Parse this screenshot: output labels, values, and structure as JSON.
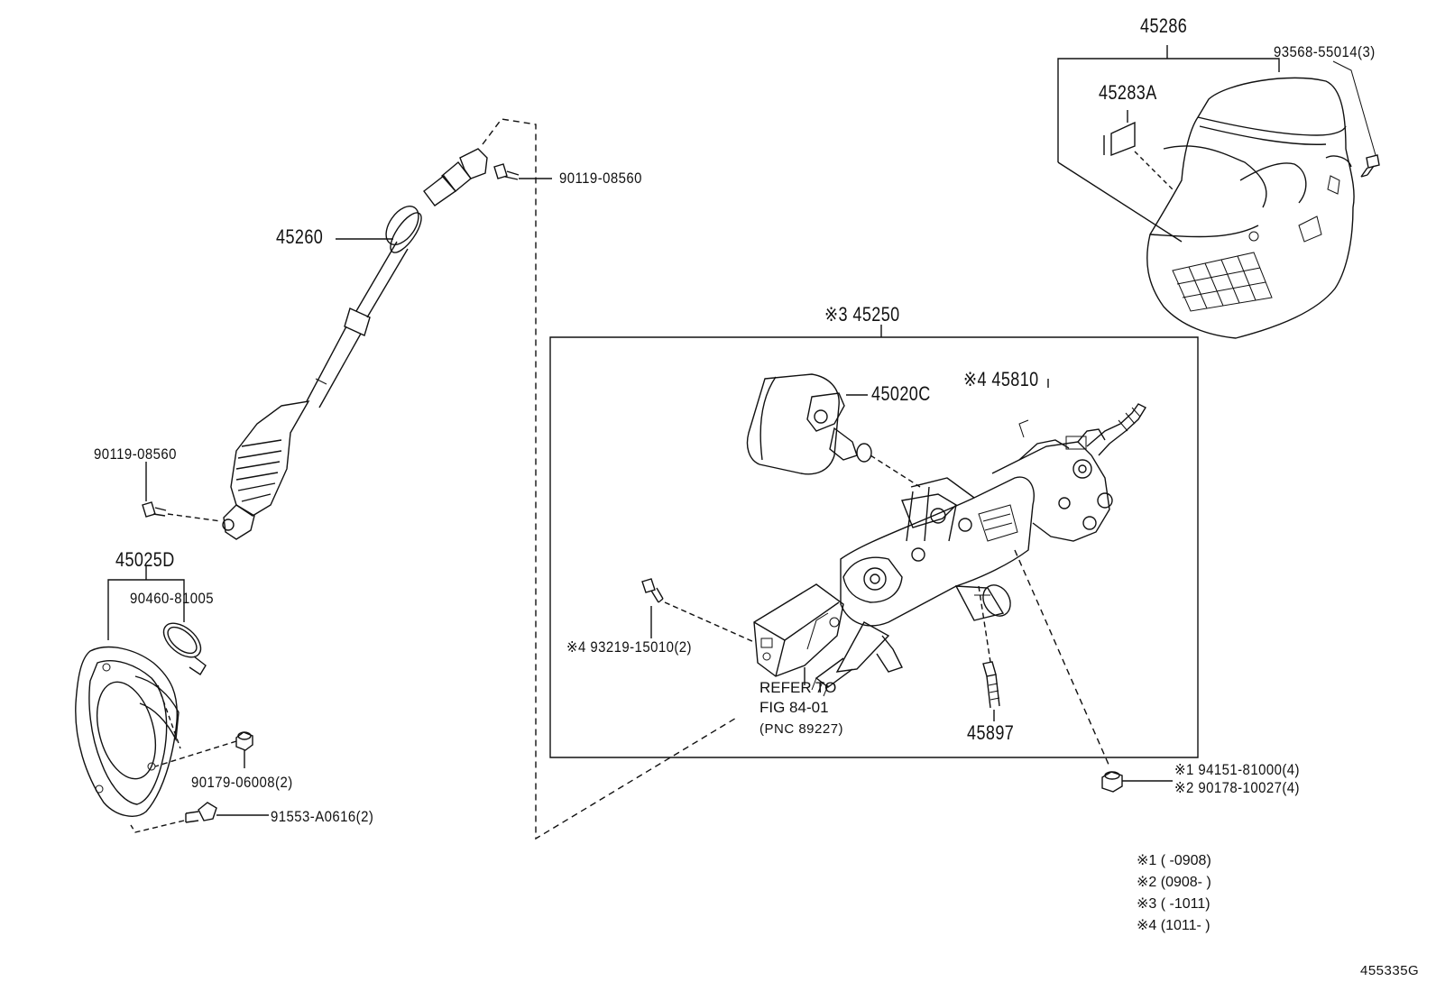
{
  "labels": {
    "p45286": "45286",
    "p93568": "93568-55014(3)",
    "p45283a": "45283A",
    "p90119_top": "90119-08560",
    "p45260": "45260",
    "p45250": "※3 45250",
    "p45020c": "45020C",
    "p45810": "※4 45810",
    "p90119_left": "90119-08560",
    "p45025d": "45025D",
    "p90460": "90460-81005",
    "p93219": "※4 93219-15010(2)",
    "ref_line1": "REFER TO",
    "ref_line2": "FIG 84-01",
    "ref_line3": "(PNC 89227)",
    "p45897": "45897",
    "p94151": "※1 94151-81000(4)",
    "p90178": "※2 90178-10027(4)",
    "p90179": "90179-06008(2)",
    "p91553": "91553-A0616(2)"
  },
  "notes": [
    "※1 (    -0908)",
    "※2 (0908-    )",
    "※3 (    -1011)",
    "※4 (1011-    )"
  ],
  "figure_code": "455335G"
}
